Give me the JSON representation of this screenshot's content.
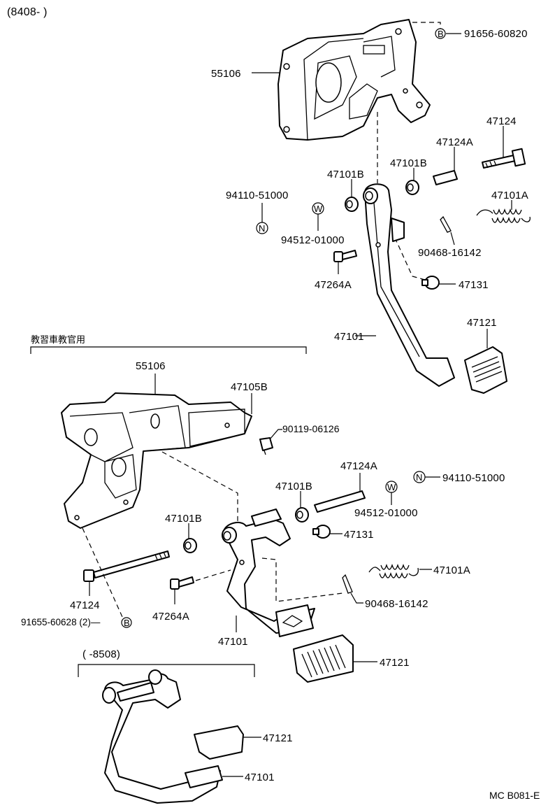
{
  "header": {
    "range_top": "(8408-       )"
  },
  "section_instructor": {
    "title": "教習車教官用",
    "range_bottom": "(      -8508)"
  },
  "callouts": {
    "c55106_top": "55106",
    "c91656": "91656-60820",
    "c47124_top": "47124",
    "c47124A_top": "47124A",
    "c47101B_top1": "47101B",
    "c47101B_top2": "47101B",
    "c94110_top": "94110-51000",
    "c47101A_top": "47101A",
    "c94512_top": "94512-01000",
    "c90468_top": "90468-16142",
    "c47264A_top": "47264A",
    "c47131_top": "47131",
    "c47101_top": "47101",
    "c47121_top": "47121",
    "c55106_mid": "55106",
    "c47105B": "47105B",
    "c90119": "90119-06126",
    "c47124A_mid": "47124A",
    "c94110_mid": "94110-51000",
    "c47101B_mid1": "47101B",
    "c94512_mid": "94512-01000",
    "c47101B_mid2": "47101B",
    "c47131_mid": "47131",
    "c47101A_mid": "47101A",
    "c47124_mid": "47124",
    "c47264A_mid": "47264A",
    "c90468_mid": "90468-16142",
    "c91655": "91655-60628 (2)—",
    "c47101_mid": "47101",
    "c47121_mid": "47121",
    "c47121_bot": "47121",
    "c47101_bot": "47101"
  },
  "symbols": {
    "B": "B",
    "N": "N",
    "W": "W"
  },
  "footer": {
    "code": "MC B081-E"
  }
}
